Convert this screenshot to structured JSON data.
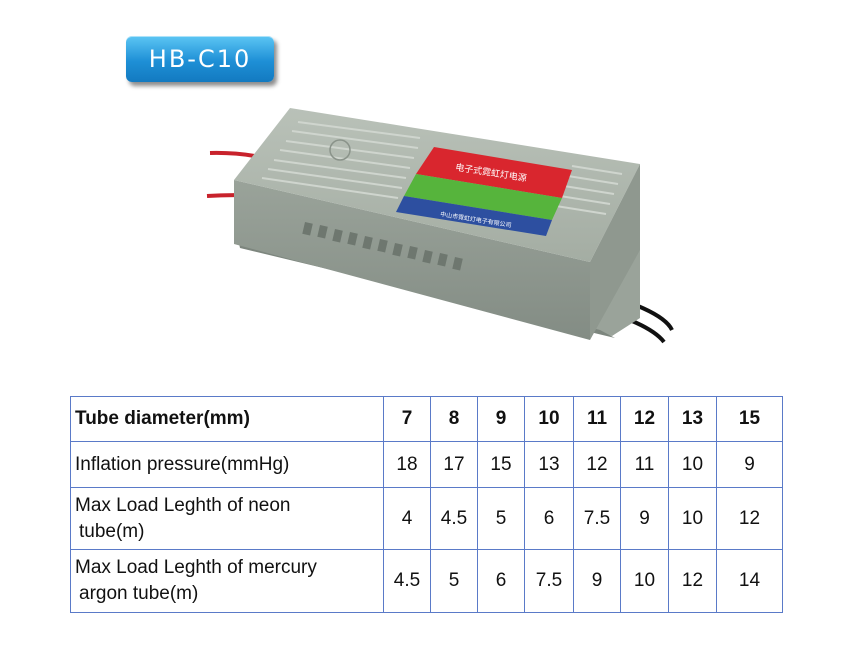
{
  "badge": {
    "label": "HB-C10"
  },
  "product": {
    "label_title": "电子式霓虹灯电源",
    "label_company": "中山市霓虹灯电子有限公司",
    "colors": {
      "casing": "#a3aba2",
      "wire_red": "#c8222c",
      "wire_black": "#111111",
      "label_red": "#d9262e",
      "label_green": "#56b43c",
      "label_blue": "#2d4fa0"
    }
  },
  "table": {
    "header_label": "Tube diameter(mm)",
    "diameters": [
      "7",
      "8",
      "9",
      "10",
      "11",
      "12",
      "13",
      "15"
    ],
    "rows": [
      {
        "label": "Inflation pressure(mmHg)",
        "values": [
          "18",
          "17",
          "15",
          "13",
          "12",
          "11",
          "10",
          "9"
        ]
      },
      {
        "label": "Max Load Leghth of neon tube(m)",
        "label_line1": "Max Load Leghth of neon",
        "label_line2": "tube(m)",
        "values": [
          "4",
          "4.5",
          "5",
          "6",
          "7.5",
          "9",
          "10",
          "12"
        ]
      },
      {
        "label": "Max Load Leghth of mercury argon tube(m)",
        "label_line1": "Max Load Leghth of mercury",
        "label_line2": "argon tube(m)",
        "values": [
          "4.5",
          "5",
          "6",
          "7.5",
          "9",
          "10",
          "12",
          "14"
        ]
      }
    ]
  }
}
